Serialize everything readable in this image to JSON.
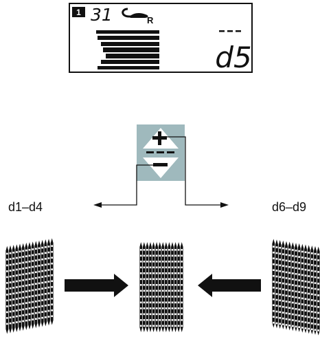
{
  "lcd": {
    "badge": "1",
    "pattern_number": "31",
    "mode": "R",
    "dashes": "---",
    "setting": "d5"
  },
  "control": {
    "plus_label": "+",
    "separator_label": "---",
    "minus_label": "–"
  },
  "labels": {
    "left_range": "d1–d4",
    "right_range": "d6–d9"
  },
  "colors": {
    "panel_fill": "#9fb9bd",
    "ink": "#111111"
  }
}
